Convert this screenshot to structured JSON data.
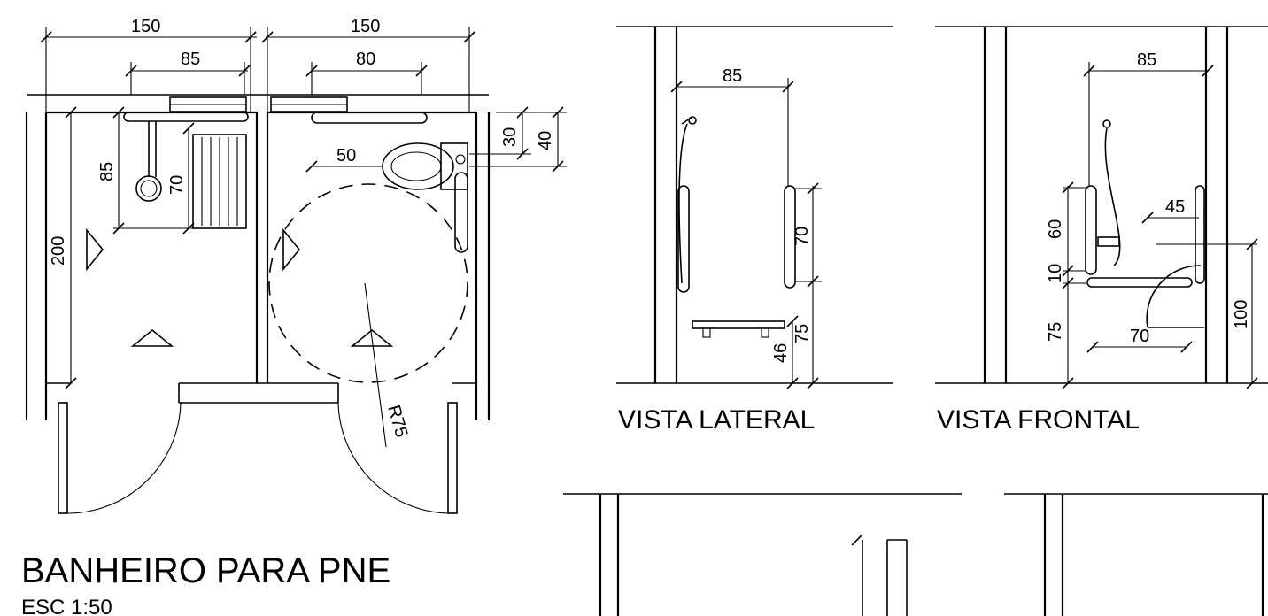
{
  "plan": {
    "title": "BANHEIRO PARA PNE",
    "scale": "ESC 1:50",
    "dims": {
      "width_left": "150",
      "width_right": "150",
      "grab_left": "85",
      "grab_right": "80",
      "shower_depth": "85",
      "seat_depth": "70",
      "room_length": "200",
      "toilet_offset": "50",
      "toilet_30": "30",
      "toilet_40": "40",
      "radius": "R75"
    }
  },
  "lateral": {
    "title": "VISTA LATERAL",
    "dims": {
      "width": "85",
      "bar": "70",
      "seat": "46",
      "height": "75"
    }
  },
  "frontal": {
    "title": "VISTA FRONTAL",
    "dims": {
      "width": "85",
      "bar_offset": "45",
      "bar_height": "60",
      "gap": "10",
      "low": "75",
      "seat_width": "70",
      "total": "100"
    }
  }
}
